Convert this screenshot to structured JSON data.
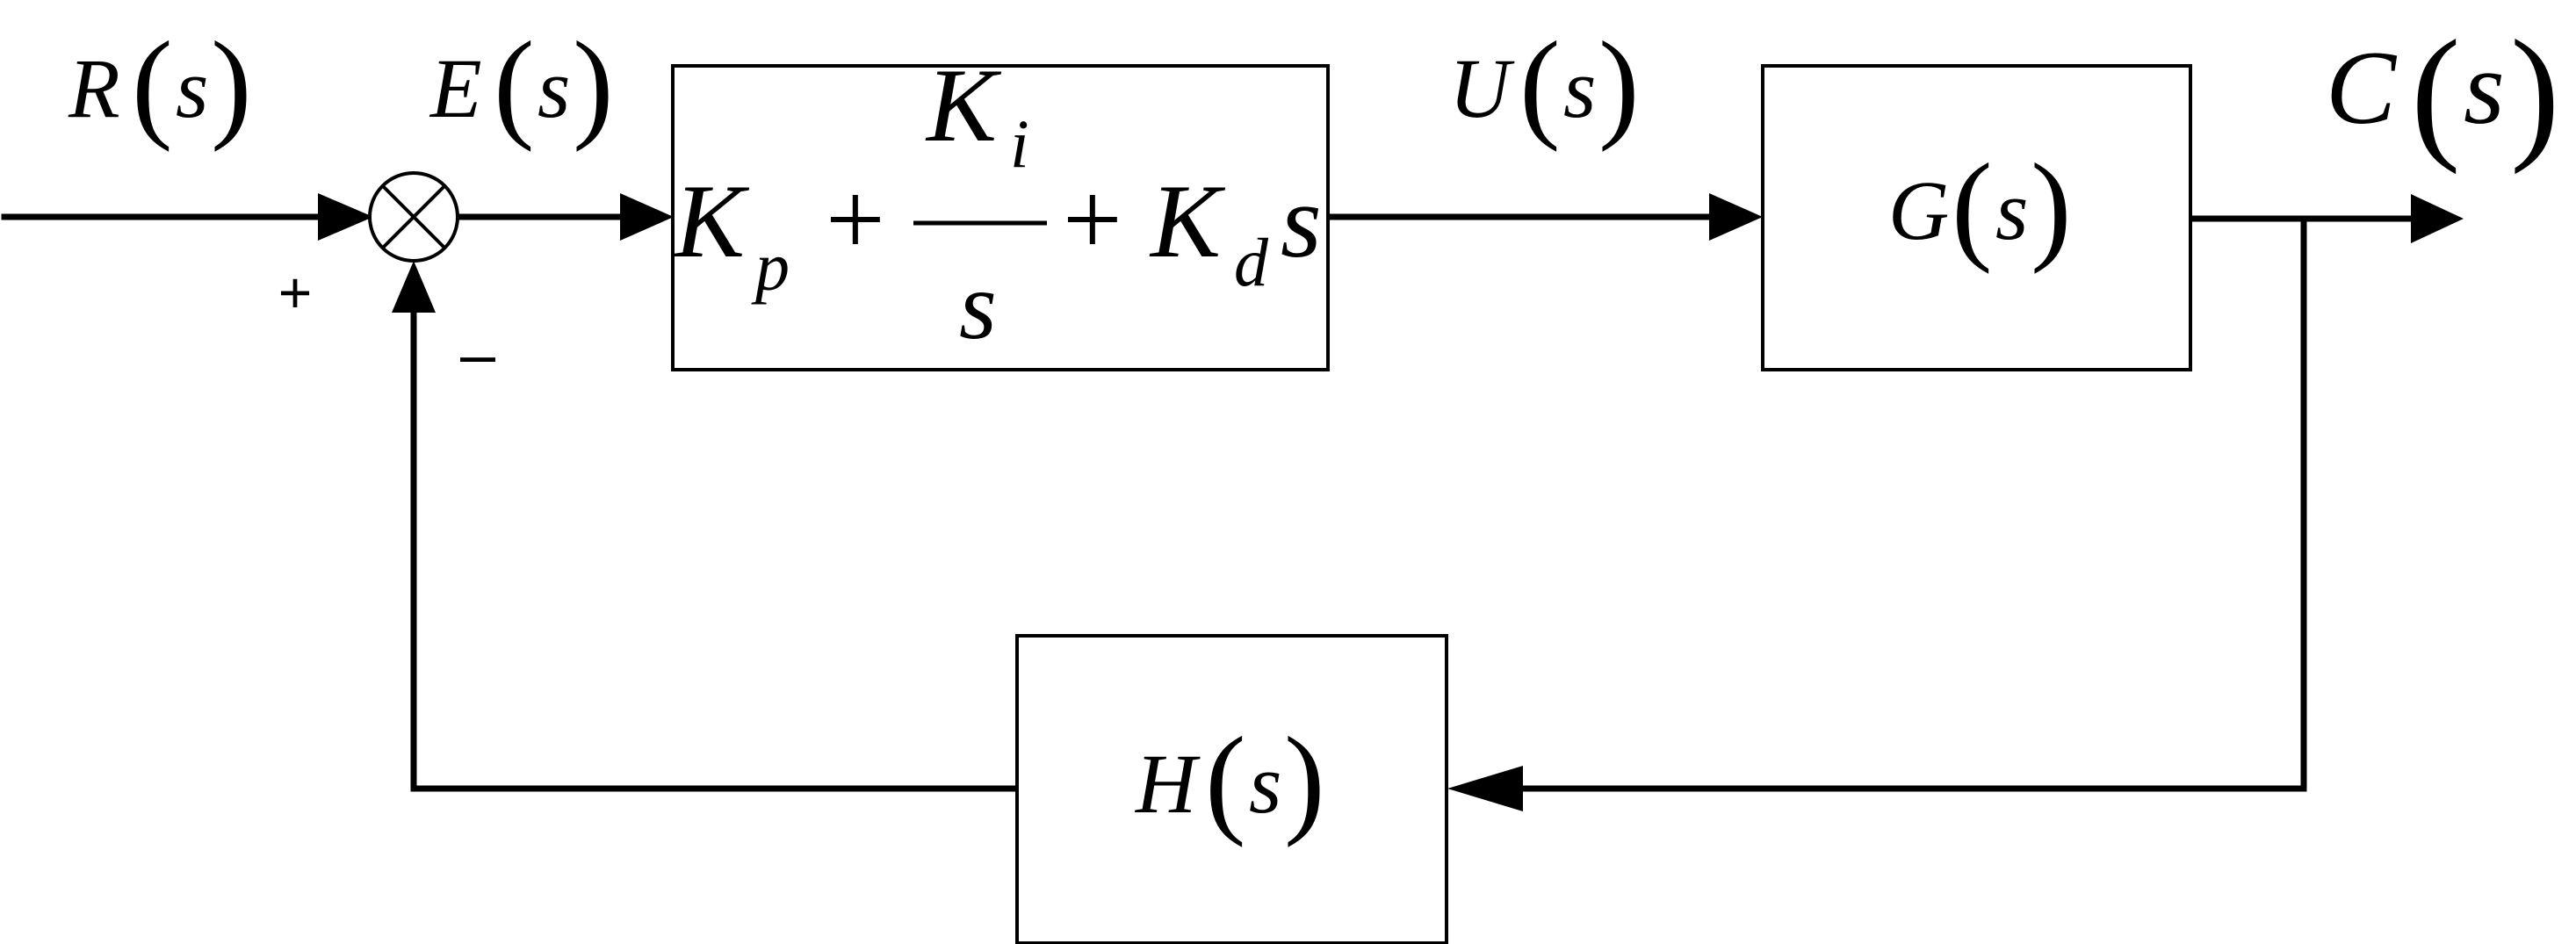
{
  "signals": {
    "reference": {
      "symbol": "R",
      "arg": "s"
    },
    "error": {
      "symbol": "E",
      "arg": "s"
    },
    "control": {
      "symbol": "U",
      "arg": "s"
    },
    "output": {
      "symbol": "C",
      "arg": "s"
    }
  },
  "summing_junction": {
    "plus_sign": "+",
    "minus_sign": "–"
  },
  "controller": {
    "kp": "K",
    "kp_sub": "p",
    "plus": "+",
    "ki": "K",
    "ki_sub": "i",
    "ki_den": "s",
    "kd": "K",
    "kd_sub": "d",
    "kd_var": "s"
  },
  "plant": {
    "symbol": "G",
    "arg": "s"
  },
  "feedback": {
    "symbol": "H",
    "arg": "s"
  }
}
